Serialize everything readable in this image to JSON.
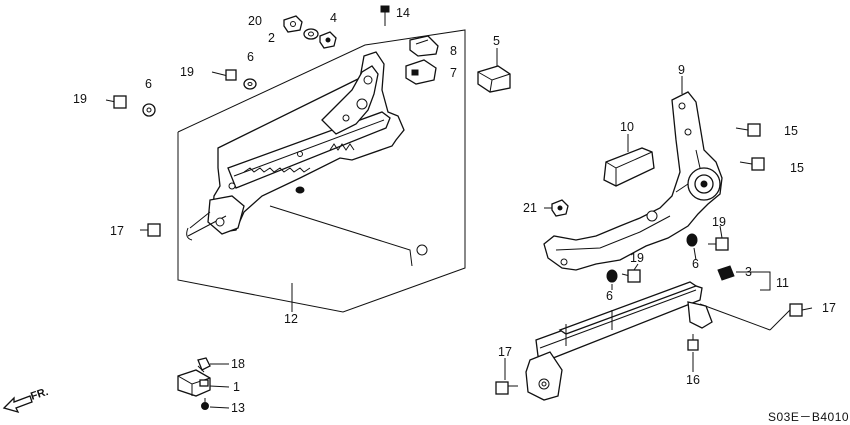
{
  "diagram": {
    "callouts": [
      {
        "id": "c1",
        "label": "1"
      },
      {
        "id": "c2",
        "label": "2"
      },
      {
        "id": "c3",
        "label": "3"
      },
      {
        "id": "c4",
        "label": "4"
      },
      {
        "id": "c5",
        "label": "5"
      },
      {
        "id": "c6a",
        "label": "6"
      },
      {
        "id": "c6b",
        "label": "6"
      },
      {
        "id": "c6c",
        "label": "6"
      },
      {
        "id": "c6d",
        "label": "6"
      },
      {
        "id": "c7",
        "label": "7"
      },
      {
        "id": "c8",
        "label": "8"
      },
      {
        "id": "c9",
        "label": "9"
      },
      {
        "id": "c10",
        "label": "10"
      },
      {
        "id": "c11",
        "label": "11"
      },
      {
        "id": "c12",
        "label": "12"
      },
      {
        "id": "c13",
        "label": "13"
      },
      {
        "id": "c14",
        "label": "14"
      },
      {
        "id": "c15a",
        "label": "15"
      },
      {
        "id": "c15b",
        "label": "15"
      },
      {
        "id": "c16",
        "label": "16"
      },
      {
        "id": "c17a",
        "label": "17"
      },
      {
        "id": "c17b",
        "label": "17"
      },
      {
        "id": "c17c",
        "label": "17"
      },
      {
        "id": "c18",
        "label": "18"
      },
      {
        "id": "c19a",
        "label": "19"
      },
      {
        "id": "c19b",
        "label": "19"
      },
      {
        "id": "c19c",
        "label": "19"
      },
      {
        "id": "c19d",
        "label": "19"
      },
      {
        "id": "c20",
        "label": "20"
      },
      {
        "id": "c21",
        "label": "21"
      }
    ],
    "direction_label": "FR.",
    "diagram_code": "S03E－B4010"
  }
}
